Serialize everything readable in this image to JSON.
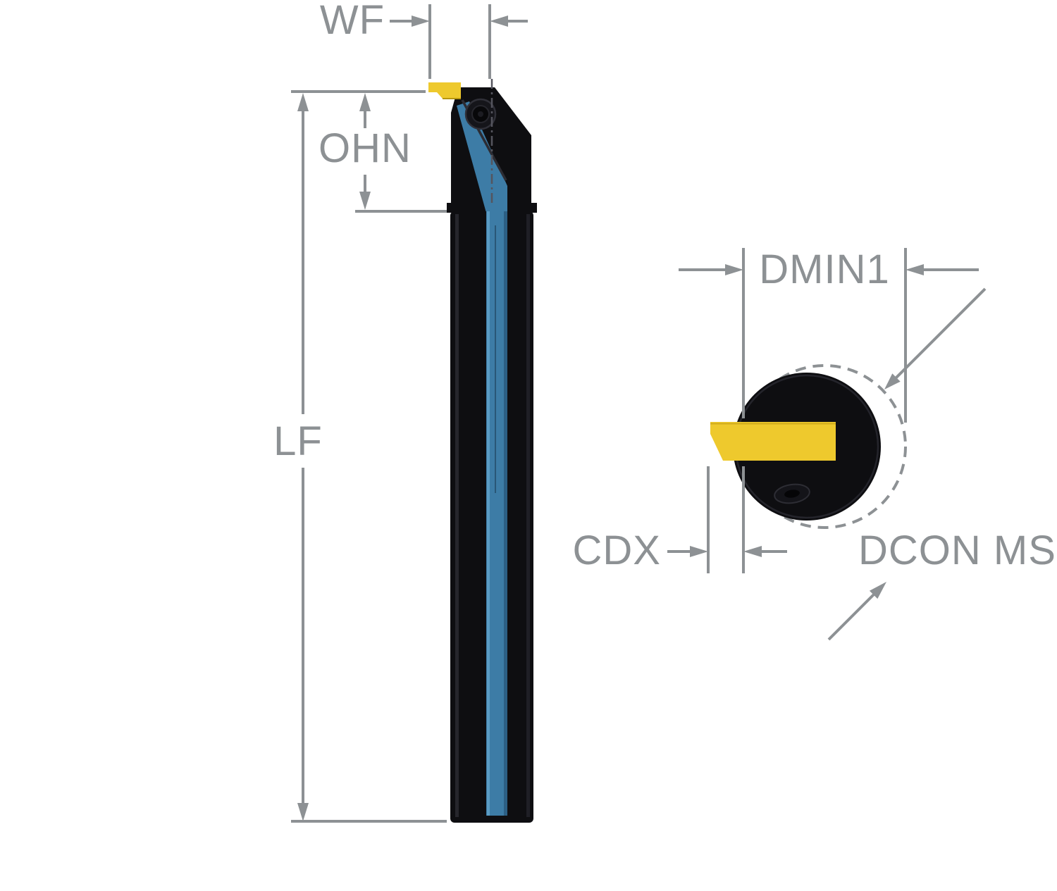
{
  "drawing": {
    "kind": "technical-dimension-drawing",
    "subject": "internal grooving boring bar, side view and end view",
    "labels": {
      "wf": "WF",
      "ohn": "OHN",
      "lf": "LF",
      "dmin1": "DMIN1",
      "cdx": "CDX",
      "dcon_ms": "DCON MS"
    },
    "colors": {
      "background": "#ffffff",
      "dimension_gray": "#8d9194",
      "tool_black": "#0e0e11",
      "stripe_blue": "#3d7ca6",
      "insert_yellow": "#eec92d"
    }
  }
}
